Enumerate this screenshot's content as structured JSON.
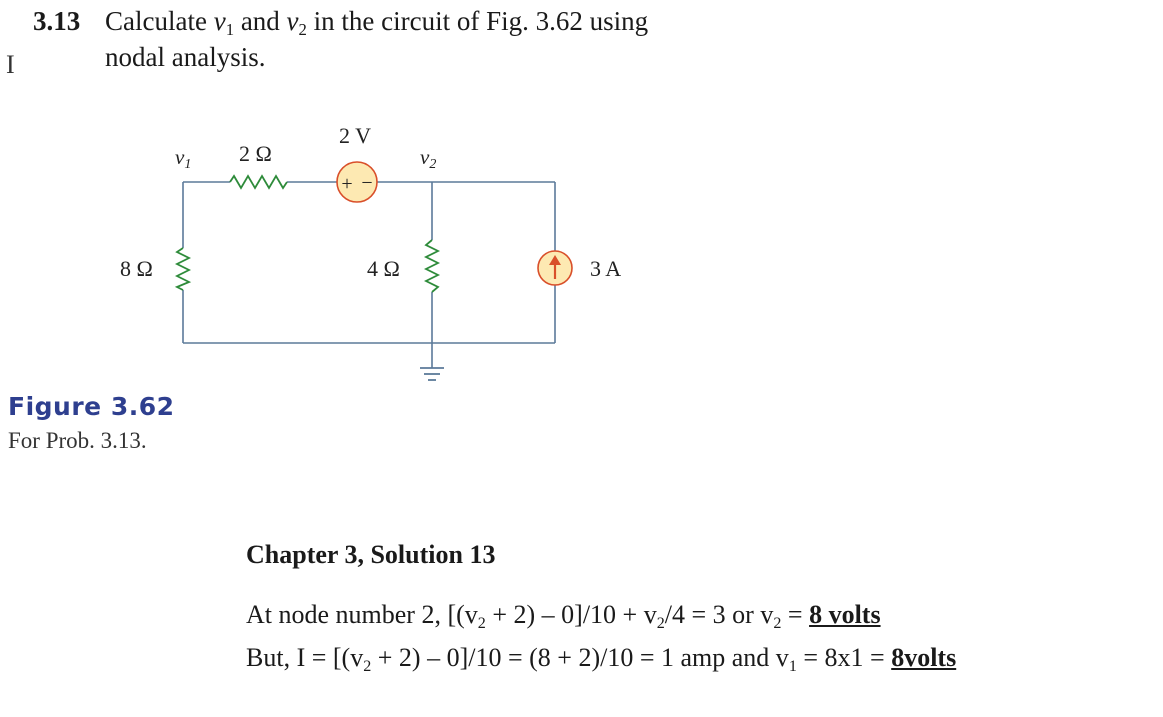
{
  "problem": {
    "number": "3.13",
    "line1_a": "Calculate ",
    "v": "v",
    "sub1": "1",
    "line1_b": " and ",
    "sub2": "2",
    "line1_c": " in the circuit of Fig. 3.62 using",
    "line2": "nodal analysis."
  },
  "cursor_glyph": "I",
  "circuit": {
    "node1": {
      "var": "v",
      "sub": "1"
    },
    "node2": {
      "var": "v",
      "sub": "2"
    },
    "r_top": "2 Ω",
    "r_left": "8 Ω",
    "r_mid": "4 Ω",
    "vsource": "2 V",
    "vsource_plus": "+",
    "vsource_minus": "−",
    "isource": "3 A",
    "colors": {
      "wire": "#5b7a99",
      "resistor": "#2e8b3a",
      "source_fill": "#fde9b2",
      "source_stroke": "#d94f2a"
    }
  },
  "figure": {
    "title": "Figure 3.62",
    "caption": "For Prob. 3.13."
  },
  "solution": {
    "heading": "Chapter 3, Solution 13",
    "line1_a": "At node number 2, [(v",
    "line1_sub_a": "2",
    "line1_b": " + 2) – 0]/10 + v",
    "line1_sub_b": "2",
    "line1_c": "/4 = 3  or v",
    "line1_sub_c": "2",
    "line1_d": " = ",
    "line1_answer": "8 volts",
    "line2_a": "But,   I = [(v",
    "line2_sub_a": "2",
    "line2_b": " + 2) – 0]/10 = (8 + 2)/10 = 1 amp  and v",
    "line2_sub_b": "1",
    "line2_c": " = 8x1 = ",
    "line2_answer": "8volts"
  }
}
